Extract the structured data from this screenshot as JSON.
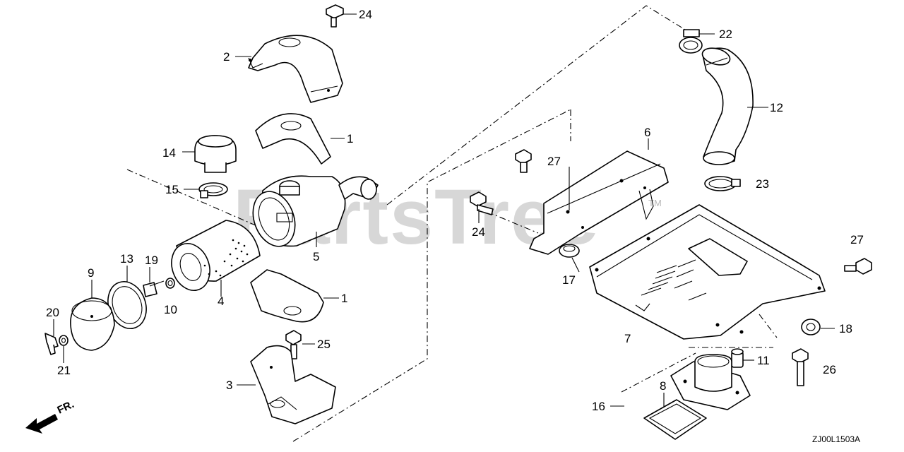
{
  "diagram": {
    "watermark": "PartsTree",
    "trademark": "TM",
    "direction_label": "FR.",
    "drawing_code": "ZJ00L1503A"
  },
  "callouts": [
    {
      "id": "c24a",
      "label": "24"
    },
    {
      "id": "c2",
      "label": "2"
    },
    {
      "id": "c1a",
      "label": "1"
    },
    {
      "id": "c14",
      "label": "14"
    },
    {
      "id": "c15",
      "label": "15"
    },
    {
      "id": "c5",
      "label": "5"
    },
    {
      "id": "c13",
      "label": "13"
    },
    {
      "id": "c19",
      "label": "19"
    },
    {
      "id": "c9",
      "label": "9"
    },
    {
      "id": "c10",
      "label": "10"
    },
    {
      "id": "c4",
      "label": "4"
    },
    {
      "id": "c1b",
      "label": "1"
    },
    {
      "id": "c20",
      "label": "20"
    },
    {
      "id": "c21",
      "label": "21"
    },
    {
      "id": "c25",
      "label": "25"
    },
    {
      "id": "c3",
      "label": "3"
    },
    {
      "id": "c22",
      "label": "22"
    },
    {
      "id": "c12",
      "label": "12"
    },
    {
      "id": "c23",
      "label": "23"
    },
    {
      "id": "c6",
      "label": "6"
    },
    {
      "id": "c27a",
      "label": "27"
    },
    {
      "id": "c24b",
      "label": "24"
    },
    {
      "id": "c17",
      "label": "17"
    },
    {
      "id": "c27b",
      "label": "27"
    },
    {
      "id": "c18",
      "label": "18"
    },
    {
      "id": "c7",
      "label": "7"
    },
    {
      "id": "c11",
      "label": "11"
    },
    {
      "id": "c26",
      "label": "26"
    },
    {
      "id": "c8",
      "label": "8"
    },
    {
      "id": "c16",
      "label": "16"
    }
  ]
}
